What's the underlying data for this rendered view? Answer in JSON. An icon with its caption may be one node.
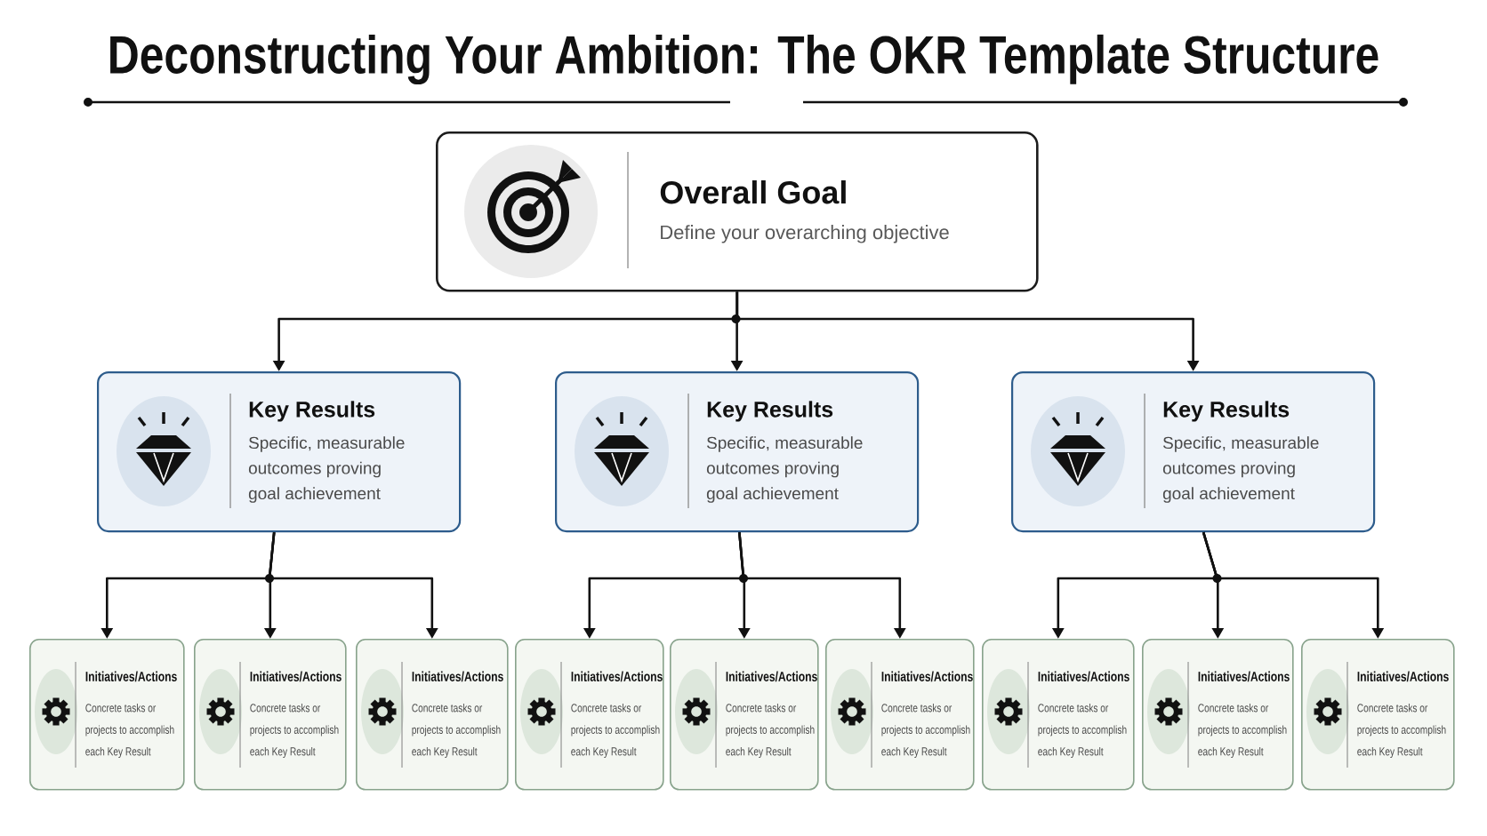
{
  "diagram": {
    "title": "Deconstructing Your Ambition: The OKR Template Structure",
    "nodes": [
      {
        "text": [
          "Overall Goal",
          "Define your overarching objective"
        ]
      },
      {
        "text": [
          "Key Results",
          "Specific, measurable outcomes proving goal achievement"
        ]
      },
      {
        "text": [
          "Key Results",
          "Specific, measurable outcomes proving goal achievement"
        ]
      },
      {
        "text": [
          "Key Results",
          "Specific, measurable outcomes proving goal achievement"
        ]
      },
      {
        "text": [
          "Initiatives/Actions",
          "Concrete tasks or projects to accomplish each Key Result"
        ]
      },
      {
        "text": [
          "Initiatives/Actions",
          "Concrete tasks or projects to accomplish each Key Result"
        ]
      },
      {
        "text": [
          "Initiatives/Actions",
          "Concrete tasks or projects to accomplish each Key Result"
        ]
      },
      {
        "text": [
          "Initiatives/Actions",
          "Concrete tasks or projects to accomplish each Key Result"
        ]
      },
      {
        "text": [
          "Initiatives/Actions",
          "Concrete tasks or projects to accomplish each Key Result"
        ]
      },
      {
        "text": [
          "Initiatives/Actions",
          "Concrete tasks or projects to accomplish each Key Result"
        ]
      },
      {
        "text": [
          "Initiatives/Actions",
          "Concrete tasks or projects to accomplish each Key Result"
        ]
      },
      {
        "text": [
          "Initiatives/Actions",
          "Concrete tasks or projects to accomplish each Key Result"
        ]
      },
      {
        "text": [
          "Initiatives/Actions",
          "Concrete tasks or projects to accomplish each Key Result"
        ]
      }
    ],
    "edges": [
      {
        "from": 0,
        "to": 1,
        "arrow": "to"
      },
      {
        "from": 0,
        "to": 2,
        "arrow": "to"
      },
      {
        "from": 0,
        "to": 3,
        "arrow": "to"
      },
      {
        "from": 1,
        "to": 4,
        "arrow": "to"
      },
      {
        "from": 1,
        "to": 5,
        "arrow": "to"
      },
      {
        "from": 1,
        "to": 6,
        "arrow": "to"
      },
      {
        "from": 2,
        "to": 7,
        "arrow": "to"
      },
      {
        "from": 2,
        "to": 8,
        "arrow": "to"
      },
      {
        "from": 2,
        "to": 9,
        "arrow": "to"
      },
      {
        "from": 3,
        "to": 10,
        "arrow": "to"
      },
      {
        "from": 3,
        "to": 11,
        "arrow": "to"
      },
      {
        "from": 3,
        "to": 12,
        "arrow": "to"
      }
    ]
  }
}
